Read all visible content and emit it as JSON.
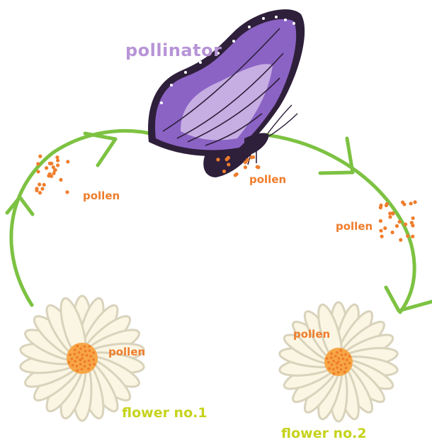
{
  "title": "pollinator",
  "labels": {
    "pollen_left": "pollen",
    "pollen_butterfly": "pollen",
    "pollen_right": "pollen",
    "pollen_flower1": "pollen",
    "pollen_flower2": "pollen"
  },
  "flowers": [
    "flower no.1",
    "flower no.2"
  ],
  "colors": {
    "arrow": "#7dc242",
    "pollen": "#ef7d2c",
    "wing": "#8b63c4",
    "wing_light": "#c6aee3",
    "body": "#2e1f3a",
    "petal": "#fbf6e3",
    "petal_outline": "#d9d3bc",
    "center": "#f7a646",
    "title": "#b794d6",
    "flower_label": "#c6d31c"
  }
}
